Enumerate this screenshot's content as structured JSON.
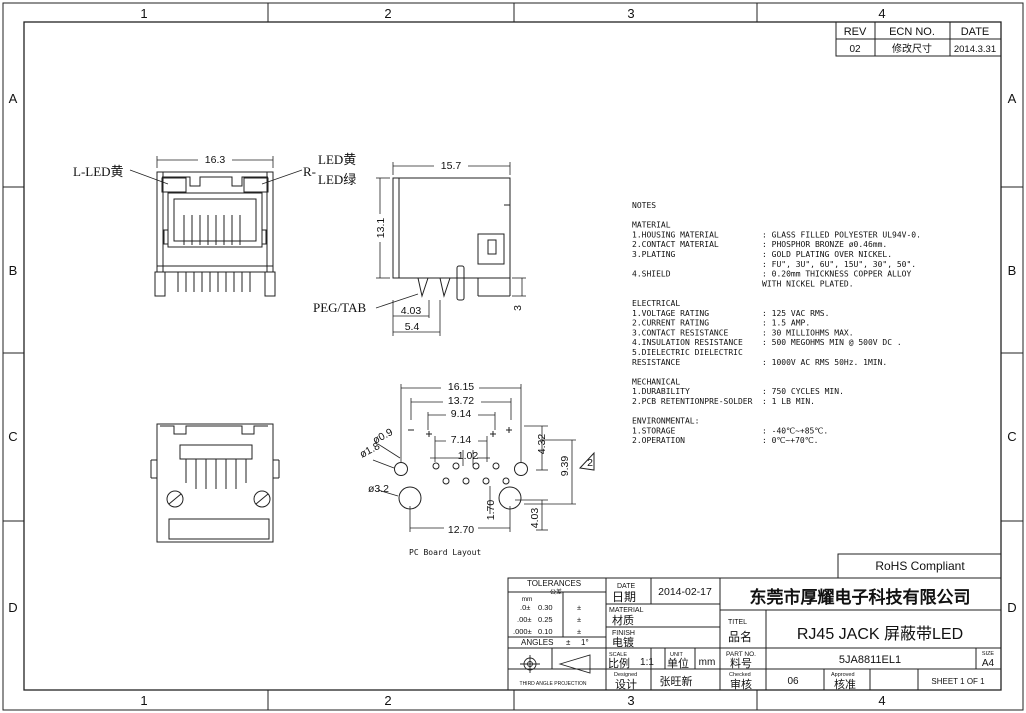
{
  "zones": {
    "columns": [
      "1",
      "2",
      "3",
      "4"
    ],
    "rows": [
      "A",
      "B",
      "C",
      "D"
    ]
  },
  "revision_table": {
    "headers": [
      "REV",
      "ECN NO.",
      "DATE"
    ],
    "row": [
      "02",
      "修改尺寸",
      "2014.3.31"
    ]
  },
  "views": {
    "front": {
      "label_left": "L-LED黄",
      "label_right_prefix": "R-",
      "label_right_1": "LED黄",
      "label_right_2": "LED绿",
      "dim_width": "16.3"
    },
    "side": {
      "dim_width": "15.7",
      "dim_height": "13.1",
      "dim_tab": "3",
      "dim_peg1": "4.03",
      "dim_peg2": "5.4",
      "peg_label": "PEG/TAB"
    },
    "layout": {
      "title": "PC Board Layout",
      "dims": [
        "16.15",
        "13.72",
        "9.14",
        "7.14",
        "1.02",
        "4.32",
        "9.39",
        "1.70",
        "4.03",
        "12.70"
      ],
      "holes": [
        "ø0.9",
        "ø1.8",
        "ø3.2"
      ],
      "flag": "2"
    }
  },
  "notes": {
    "heading": "NOTES",
    "groups": [
      {
        "title": "MATERIAL",
        "items": [
          {
            "label": "1.HOUSING MATERIAL",
            "value": ": GLASS FILLED POLYESTER UL94V-0."
          },
          {
            "label": "2.CONTACT MATERIAL",
            "value": ": PHOSPHOR BRONZE ø0.46mm."
          },
          {
            "label": "3.PLATING",
            "value": ": GOLD PLATING OVER NICKEL."
          },
          {
            "label": "",
            "value": ": FU\", 3U\", 6U\", 15U\", 30\", 50\"."
          },
          {
            "label": "4.SHIELD",
            "value": ": 0.20mm THICKNESS COPPER ALLOY"
          },
          {
            "label": "",
            "value": "  WITH NICKEL PLATED."
          }
        ]
      },
      {
        "title": "ELECTRICAL",
        "items": [
          {
            "label": "1.VOLTAGE RATING",
            "value": ": 125 VAC RMS."
          },
          {
            "label": "2.CURRENT RATING",
            "value": ": 1.5 AMP."
          },
          {
            "label": "3.CONTACT RESISTANCE",
            "value": ": 30 MILLIOHMS MAX."
          },
          {
            "label": "4.INSULATION RESISTANCE",
            "value": ": 500 MEGOHMS MIN @ 500V DC ."
          },
          {
            "label": "5.DIELECTRIC DIELECTRIC",
            "value": ""
          },
          {
            "label": "  RESISTANCE",
            "value": ": 1000V AC RMS 50Hz. 1MIN."
          }
        ]
      },
      {
        "title": "MECHANICAL",
        "items": [
          {
            "label": "1.DURABILITY",
            "value": ": 750 CYCLES MIN."
          },
          {
            "label": "2.PCB RETENTIONPRE-SOLDER",
            "value": ": 1 LB MIN."
          }
        ]
      },
      {
        "title": "ENVIRONMENTAL:",
        "items": [
          {
            "label": "1.STORAGE",
            "value": ": -40℃~+85℃."
          },
          {
            "label": "2.OPERATION",
            "value": ": 0℃~+70℃."
          }
        ]
      }
    ]
  },
  "title_block": {
    "rohs": "RoHS Compliant",
    "tolerances": {
      "title": "TOLERANCES",
      "subtitle": "公差",
      "unit": "mm",
      "rows": [
        {
          "precision": ".0±",
          "value": "0.30",
          "sign": "±"
        },
        {
          "precision": ".00±",
          "value": "0.25",
          "sign": "±"
        },
        {
          "precision": ".000±",
          "value": "0.10",
          "sign": "±"
        }
      ],
      "angles_label": "ANGLES",
      "angles_sign": "±",
      "angles_value": "1°"
    },
    "projection": "THIRD ANGLE PROJECTION",
    "date_label_en": "DATE",
    "date_label_cn": "日期",
    "date_value": "2014-02-17",
    "company": "东莞市厚耀电子科技有限公司",
    "material_label_en": "MATERIAL",
    "material_label_cn": "材质",
    "finish_label_en": "FINISH",
    "finish_label_cn": "电镀",
    "title_label_en": "TITEL",
    "title_label_cn": "品名",
    "title_value": "RJ45 JACK  屏蔽带LED",
    "scale_label_en": "SCALE",
    "scale_label_cn": "比例",
    "scale_value": "1:1",
    "unit_label_en": "UNIT",
    "unit_label_cn": "单位",
    "unit_value": "mm",
    "part_label_en": "PART NO.",
    "part_label_cn": "料号",
    "part_value": "5JA8811EL1",
    "size_label": "SIZE",
    "size_value": "A4",
    "designed_label_en": "Designed",
    "designed_label_cn": "设计",
    "designed_value": "张旺新",
    "checked_label_en": "Checked",
    "checked_label_cn": "审核",
    "checked_value": "06",
    "approved_label_en": "Approved",
    "approved_label_cn": "核准",
    "sheet_value": "SHEET  1   OF 1"
  }
}
